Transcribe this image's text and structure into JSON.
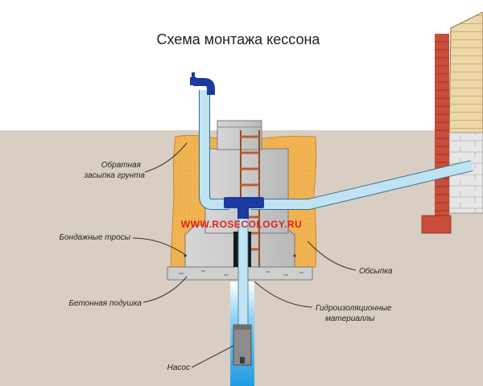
{
  "diagram": {
    "title": "Схема монтажа кессона",
    "watermark": "WWW.ROSECOLOGY.RU",
    "labels": {
      "backfill_line1": "Обратная",
      "backfill_line2": "засыпка грунта",
      "bandage_cables": "Бондажные тросы",
      "concrete_pad": "Бетонная подушка",
      "pump": "Насос",
      "gravel_fill": "Обсыпка",
      "waterproofing_line1": "Гидроизоляционные",
      "waterproofing_line2": "материаллы"
    },
    "colors": {
      "ground": "#d9cec3",
      "sand": "#f2b452",
      "concrete": "#c8c8c8",
      "pipe": "#bfe3f2",
      "pipe_edge": "#3a6f8a",
      "fitting": "#1a3aa0",
      "water": "#4fb8e8",
      "brick": "#c94d3a",
      "watermark": "#e0201a"
    },
    "icons": [
      "tap-icon",
      "pump-icon",
      "ladder-icon",
      "brick-wall-icon"
    ]
  }
}
